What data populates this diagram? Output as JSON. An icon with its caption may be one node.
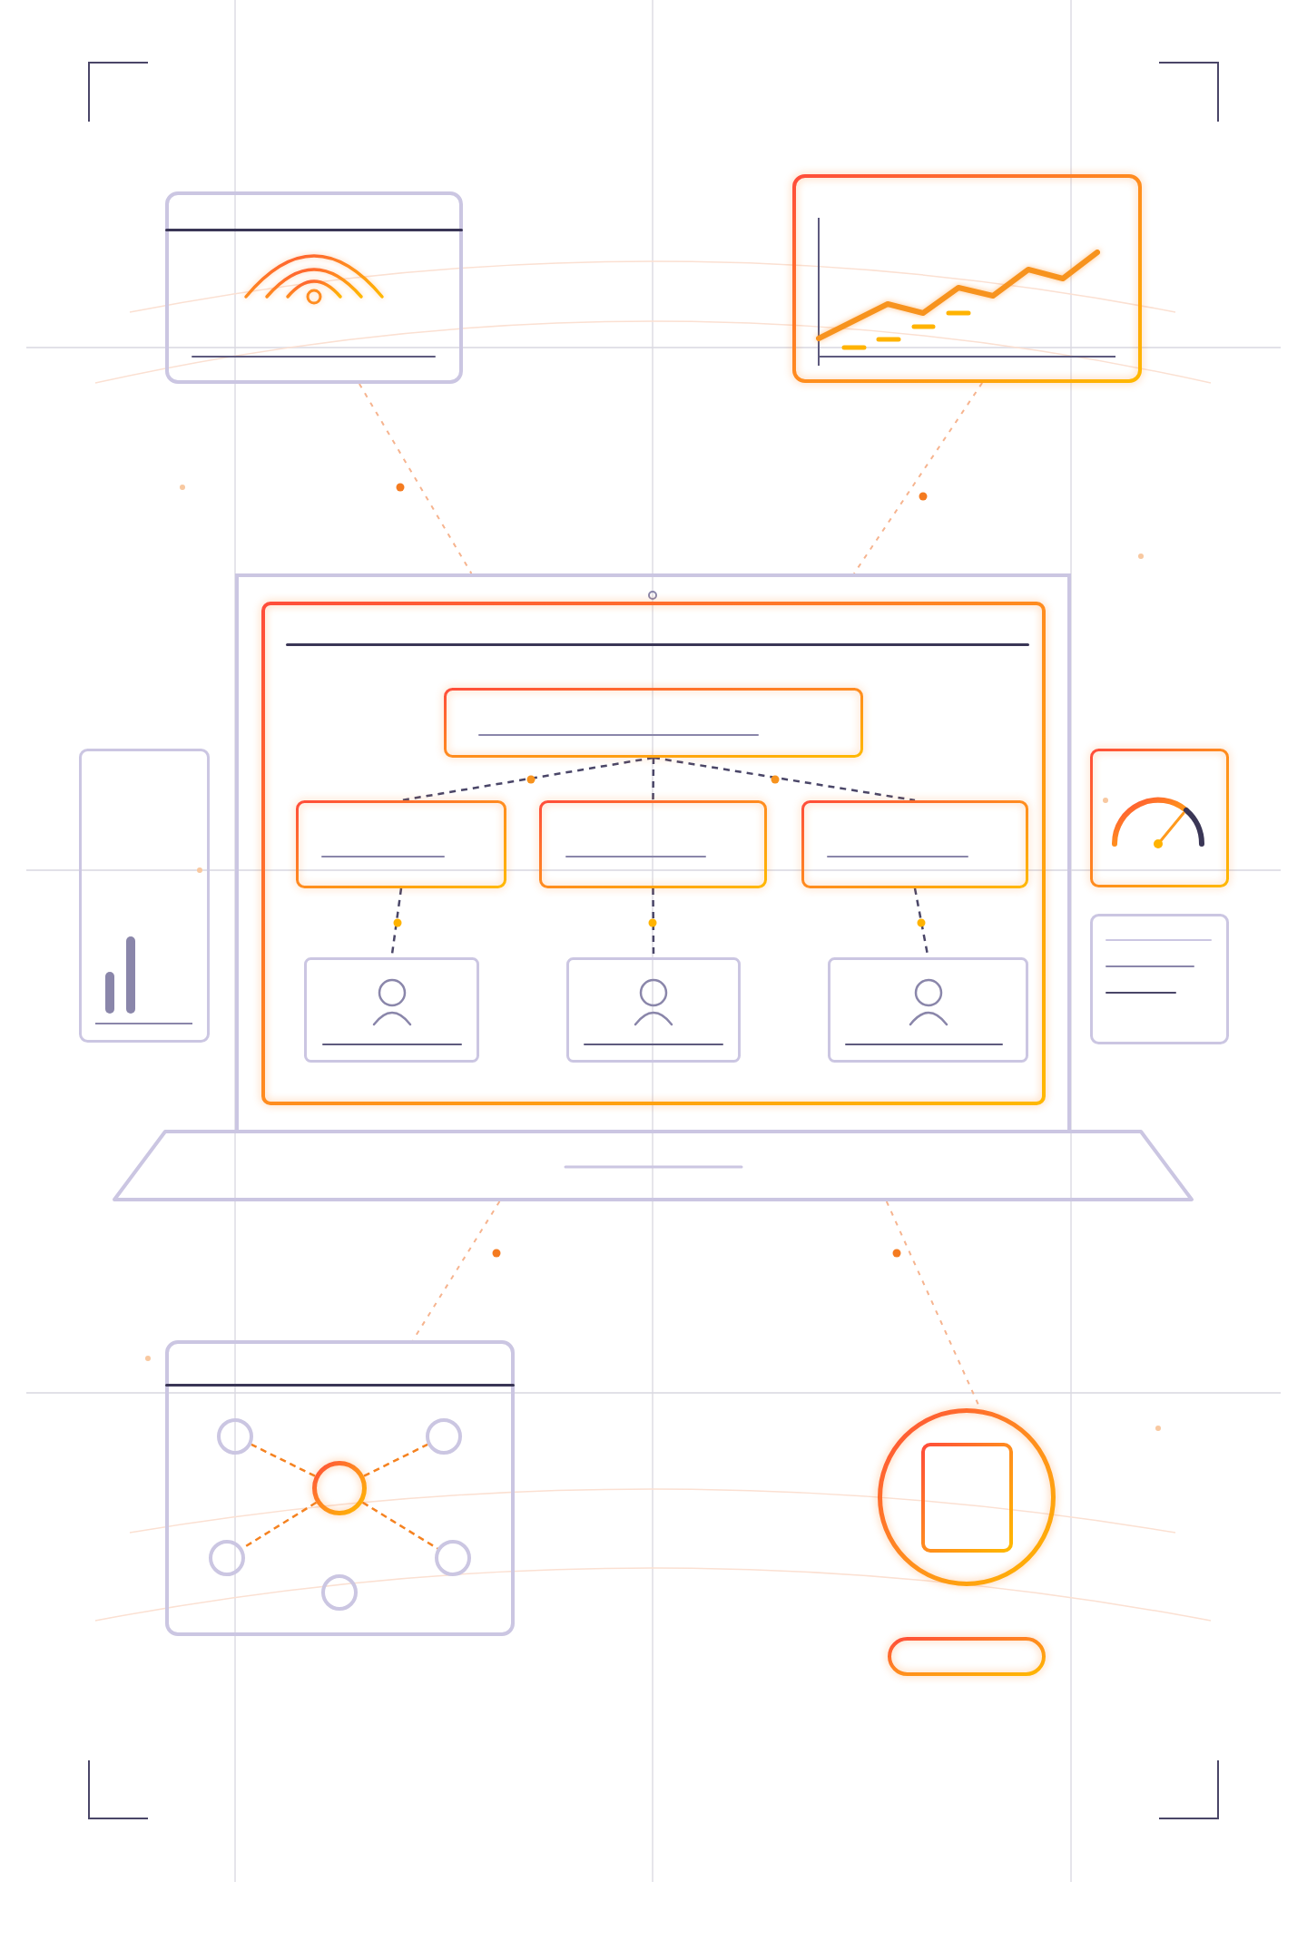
{
  "diagram": {
    "nodes": [
      {
        "text": [],
        "shape": "box"
      },
      {
        "text": [],
        "shape": "box"
      },
      {
        "text": [],
        "shape": "laptop"
      },
      {
        "text": [],
        "shape": "box",
        "in": 2
      },
      {
        "text": [],
        "shape": "box",
        "in": 3
      },
      {
        "text": [],
        "shape": "box",
        "in": 3
      },
      {
        "text": [],
        "shape": "box",
        "in": 3
      },
      {
        "text": [],
        "shape": "box",
        "in": 3
      },
      {
        "text": [],
        "shape": "box",
        "in": 3
      },
      {
        "text": [],
        "shape": "box",
        "in": 3
      },
      {
        "text": [],
        "shape": "box",
        "in": 3
      },
      {
        "text": [],
        "shape": "box"
      },
      {
        "text": [],
        "shape": "circle",
        "in": 11
      },
      {
        "text": [],
        "shape": "circle",
        "in": 11
      },
      {
        "text": [],
        "shape": "circle",
        "in": 11
      },
      {
        "text": [],
        "shape": "circle",
        "in": 11
      },
      {
        "text": [],
        "shape": "circle",
        "in": 11
      },
      {
        "text": [],
        "shape": "circle",
        "in": 11
      },
      {
        "text": [],
        "shape": "circle"
      },
      {
        "text": [],
        "shape": "pill"
      }
    ],
    "edges": [
      {
        "from": 0,
        "to": 2,
        "arrow": "none",
        "style": "dashed",
        "color": "#f6b48f"
      },
      {
        "from": 1,
        "to": 2,
        "arrow": "none",
        "style": "dashed",
        "color": "#f6b48f"
      },
      {
        "from": 4,
        "to": 5,
        "arrow": "none",
        "style": "dashed"
      },
      {
        "from": 4,
        "to": 6,
        "arrow": "none",
        "style": "dashed"
      },
      {
        "from": 4,
        "to": 7,
        "arrow": "none",
        "style": "dashed"
      },
      {
        "from": 5,
        "to": 8,
        "arrow": "none",
        "style": "dashed"
      },
      {
        "from": 6,
        "to": 9,
        "arrow": "none",
        "style": "dashed"
      },
      {
        "from": 7,
        "to": 10,
        "arrow": "none",
        "style": "dashed"
      },
      {
        "from": 2,
        "to": 11,
        "arrow": "none",
        "style": "dashed",
        "color": "#f6b48f"
      },
      {
        "from": 2,
        "to": 18,
        "arrow": "none",
        "style": "dashed",
        "color": "#f6b48f"
      },
      {
        "from": 12,
        "to": 13,
        "arrow": "none",
        "style": "dashed",
        "color": "#f58220"
      },
      {
        "from": 12,
        "to": 14,
        "arrow": "none",
        "style": "dashed",
        "color": "#f58220"
      },
      {
        "from": 12,
        "to": 15,
        "arrow": "none",
        "style": "dashed",
        "color": "#f58220"
      },
      {
        "from": 12,
        "to": 16,
        "arrow": "none",
        "style": "dashed",
        "color": "#f58220"
      }
    ]
  }
}
